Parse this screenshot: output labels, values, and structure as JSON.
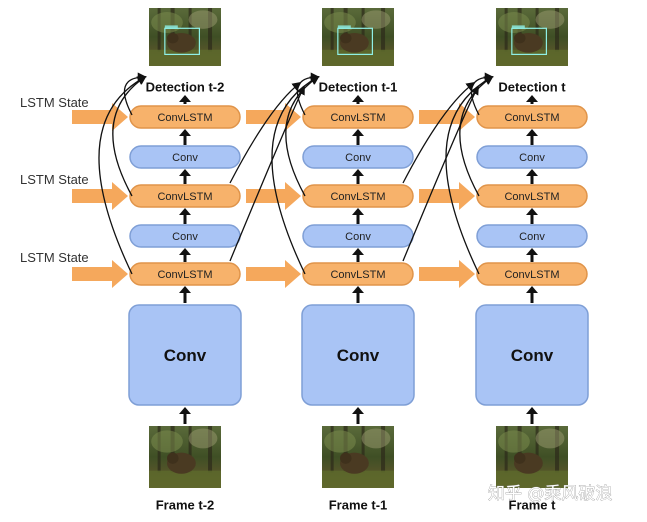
{
  "lstm_state_labels": [
    "LSTM State",
    "LSTM State",
    "LSTM State"
  ],
  "columns": [
    {
      "detection_label": "Detection t-2",
      "frame_label": "Frame t-2",
      "convlstm_labels": [
        "ConvLSTM",
        "ConvLSTM",
        "ConvLSTM"
      ],
      "conv_small_labels": [
        "Conv",
        "Conv"
      ],
      "conv_big_label": "Conv"
    },
    {
      "detection_label": "Detection t-1",
      "frame_label": "Frame t-1",
      "convlstm_labels": [
        "ConvLSTM",
        "ConvLSTM",
        "ConvLSTM"
      ],
      "conv_small_labels": [
        "Conv",
        "Conv"
      ],
      "conv_big_label": "Conv"
    },
    {
      "detection_label": "Detection t",
      "frame_label": "Frame t",
      "convlstm_labels": [
        "ConvLSTM",
        "ConvLSTM",
        "ConvLSTM"
      ],
      "conv_small_labels": [
        "Conv",
        "Conv"
      ],
      "conv_big_label": "Conv"
    }
  ],
  "watermark": "知乎 @乘风破浪",
  "colors": {
    "convlstm_fill": "#f7b26b",
    "convlstm_stroke": "#e0944a",
    "conv_fill": "#a9c4f5",
    "conv_stroke": "#7f9fd6",
    "state_arrow": "#f5a85c",
    "flow_arrow": "#111111",
    "skip_arrow": "#111111"
  }
}
